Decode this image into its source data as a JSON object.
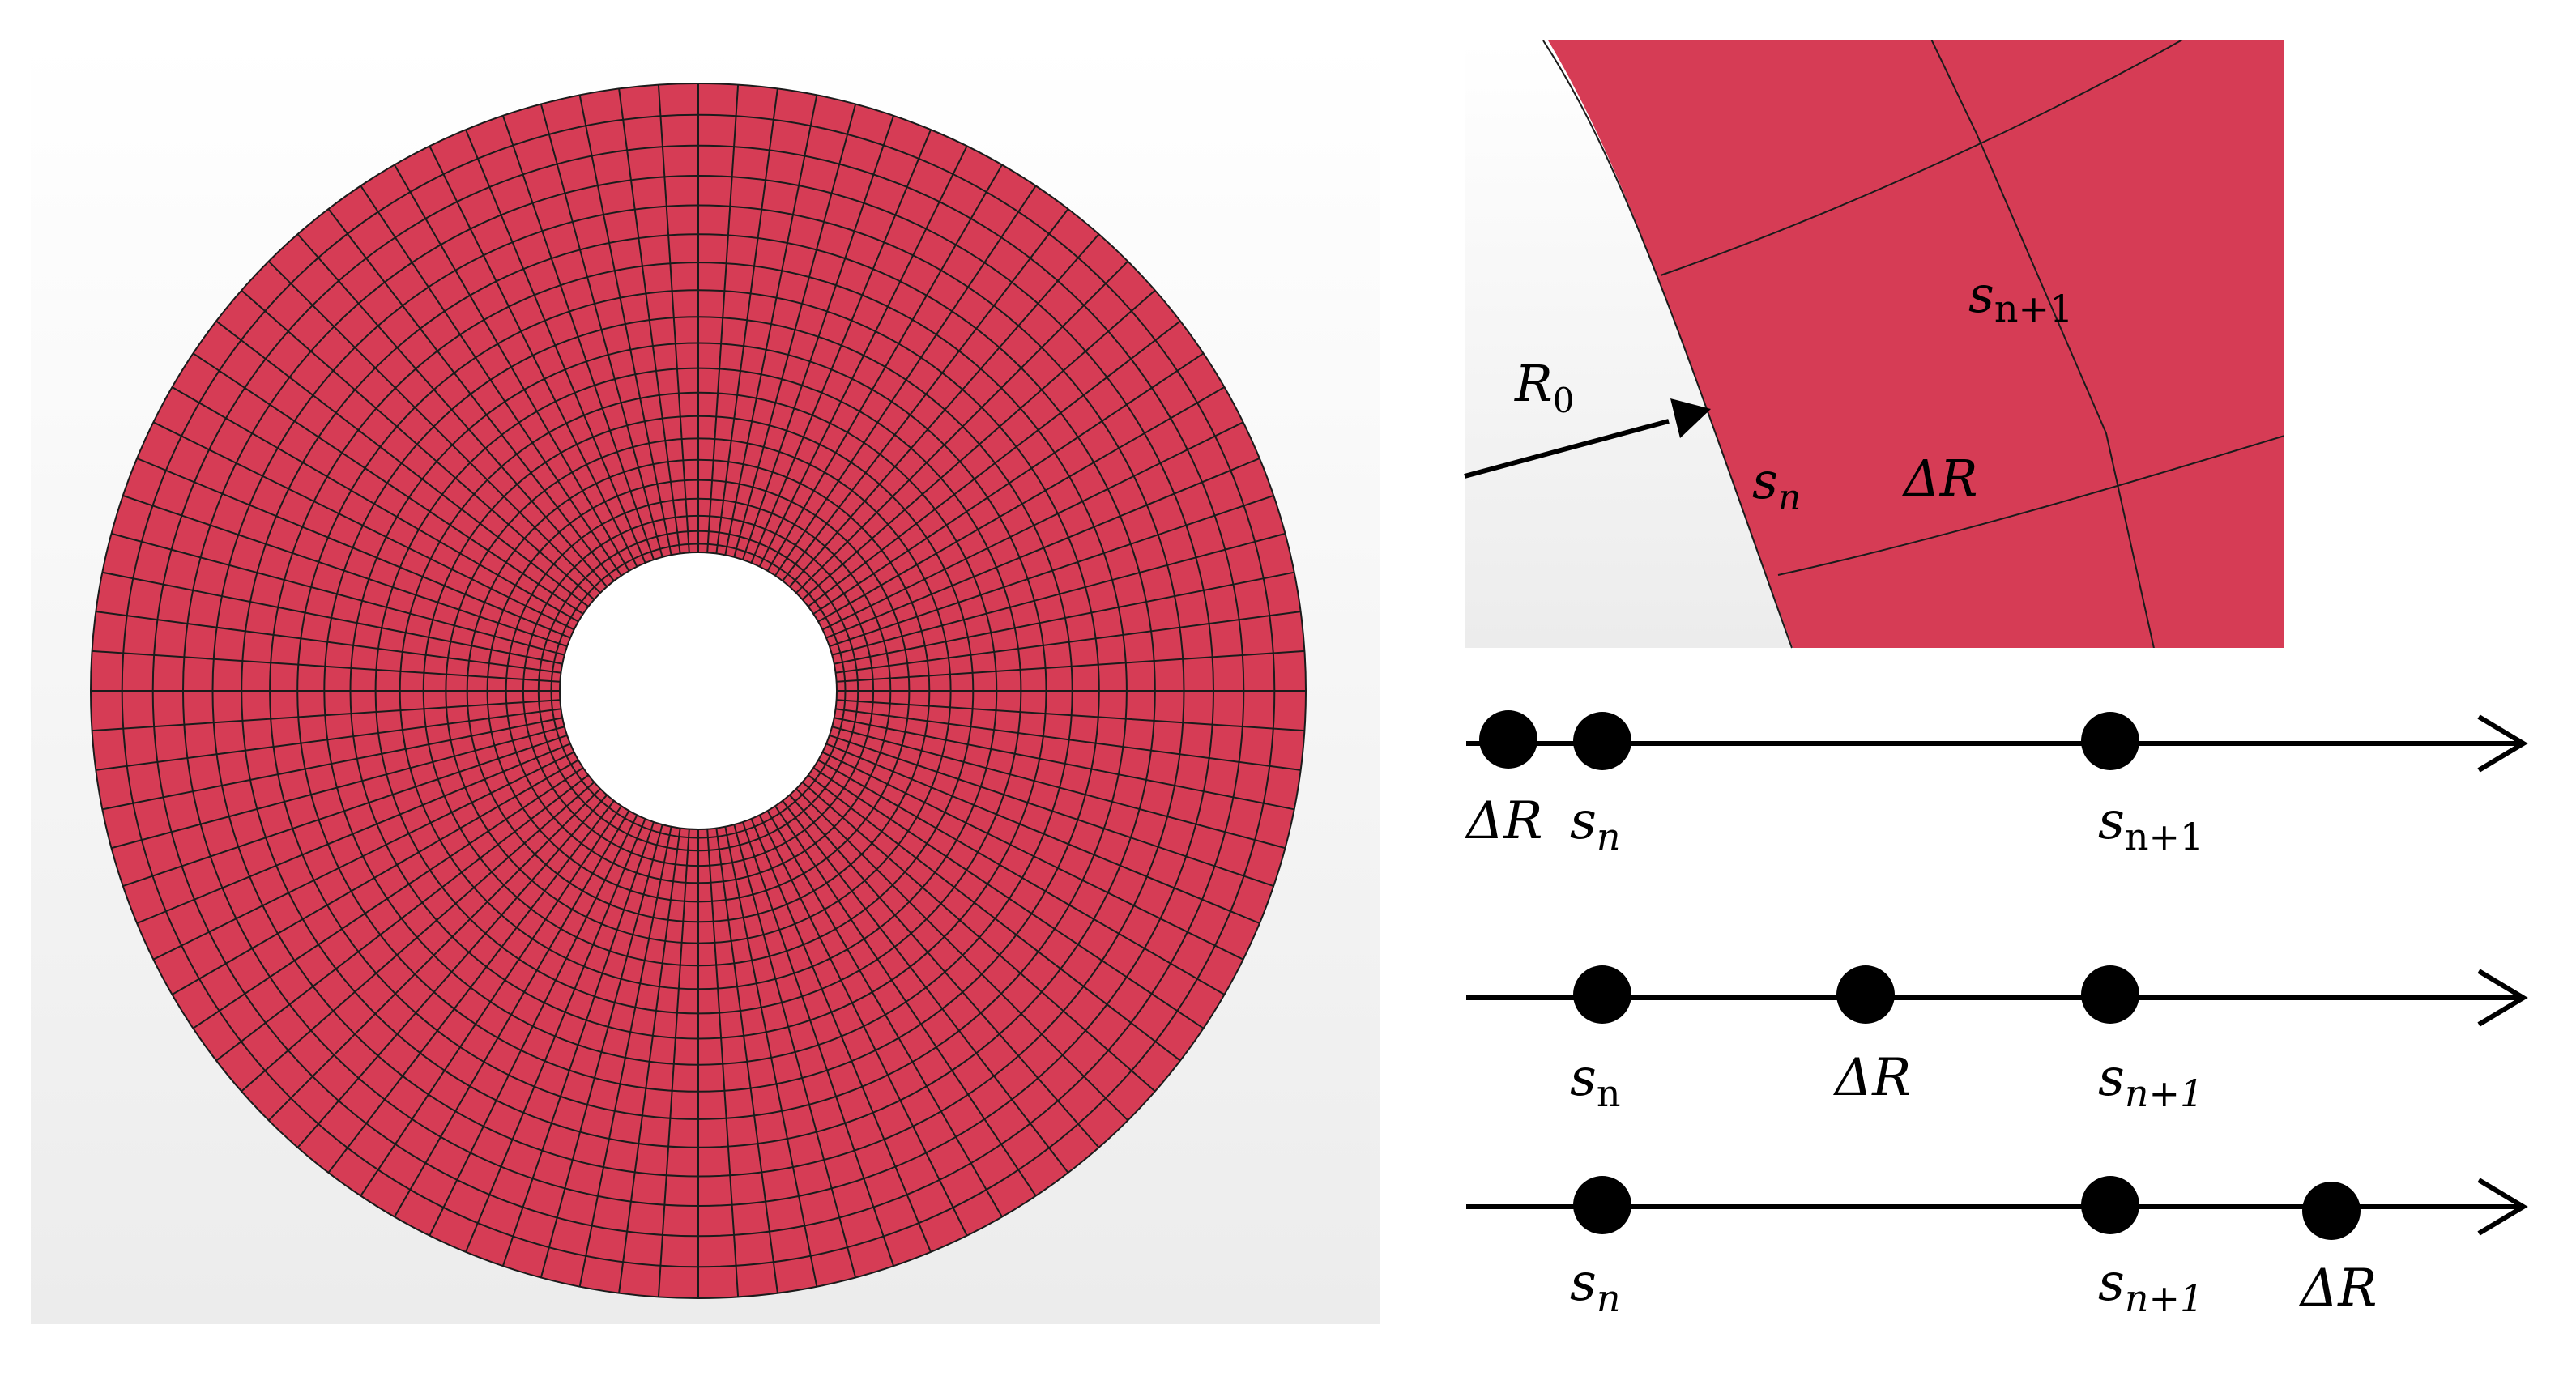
{
  "colors": {
    "mesh_fill": "#d63c55",
    "mesh_line": "#1b1b1b",
    "panel_bg_top": "#ffffff",
    "panel_bg_bottom": "#ededed"
  },
  "mesh": {
    "radial_divisions": 96,
    "ring_count": 20,
    "inner_radius_ratio": 0.2285
  },
  "zoom_panel": {
    "labels": {
      "R0_base": "R",
      "R0_sub": "0",
      "sn_base": "s",
      "sn_sub": "n",
      "sn1_base": "s",
      "sn1_sub": "n+1",
      "dR": "ΔR"
    }
  },
  "number_lines": [
    {
      "labels": [
        {
          "base": "ΔR",
          "sub": ""
        },
        {
          "base": "s",
          "sub": "n"
        },
        {
          "base": "s",
          "sub": "n+1"
        }
      ]
    },
    {
      "labels": [
        {
          "base": "s",
          "sub": "n"
        },
        {
          "base": "ΔR",
          "sub": ""
        },
        {
          "base": "s",
          "sub": "n+1"
        }
      ]
    },
    {
      "labels": [
        {
          "base": "s",
          "sub": "n"
        },
        {
          "base": "s",
          "sub": "n+1"
        },
        {
          "base": "ΔR",
          "sub": ""
        }
      ]
    }
  ]
}
